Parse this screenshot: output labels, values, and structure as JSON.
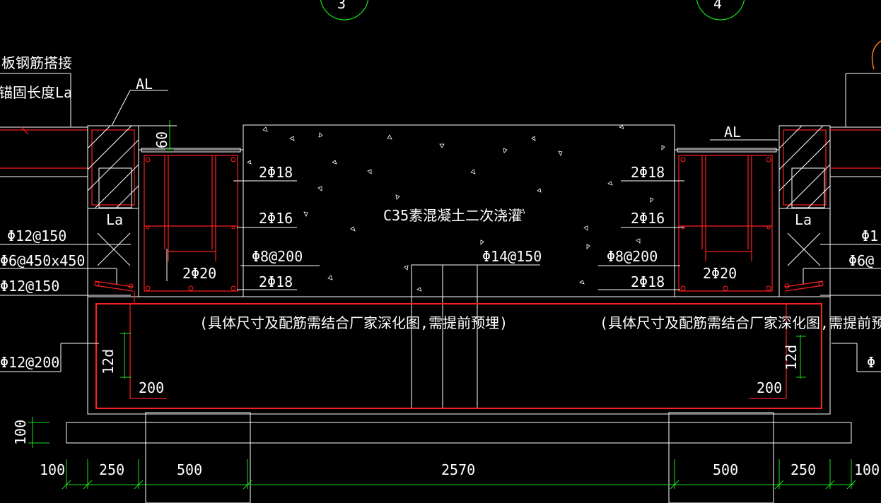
{
  "drawing": {
    "grid_bubbles": [
      "3",
      "4"
    ],
    "notes": {
      "left_top_1": "板钢筋搭接",
      "left_top_2": "锚固长度La",
      "al_left": "AL",
      "al_right": "AL",
      "la_left": "La",
      "la_right": "La",
      "concrete": "C35素混凝土二次浇灌",
      "embed_left": "(具体尺寸及配筋需结合厂家深化图,需提前预埋)",
      "embed_right": "(具体尺寸及配筋需结合厂家深化图,需提前预埋)"
    },
    "rebar_labels": {
      "l_2p18_top": "2Φ18",
      "l_2p16": "2Φ16",
      "l_2p20": "2Φ20",
      "l_p8": "Φ8@200",
      "l_2p18_bot": "2Φ18",
      "c_p14": "Φ14@150",
      "r_2p18_top": "2Φ18",
      "r_2p16": "2Φ16",
      "r_p8": "Φ8@200",
      "r_2p20": "2Φ20",
      "r_2p18_bot": "2Φ18",
      "left_p12_150_a": "Φ12@150",
      "left_p6": "Φ6@450x450",
      "left_p12_150_b": "Φ12@150",
      "left_p12_200": "Φ12@200",
      "right_p12_cut": "Φ1",
      "right_p6_cut": "Φ6@",
      "right_p12_cut2": "Φ"
    },
    "dimensions": {
      "d60": "60",
      "d12d_left": "12d",
      "d12d_right": "12d",
      "d200_left": "200",
      "d200_right": "200",
      "d100_v": "100",
      "bottom": [
        "100",
        "250",
        "500",
        "2570",
        "500",
        "250",
        "100"
      ]
    }
  },
  "colors": {
    "line": "#ffffff",
    "rebar": "#ff1f1f",
    "dimension": "#18e018",
    "accent": "#ff7a1a",
    "background": "#000000"
  }
}
